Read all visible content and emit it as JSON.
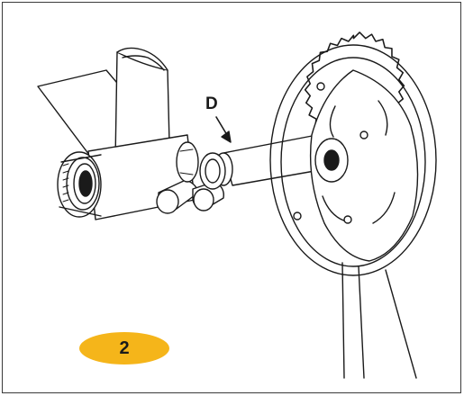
{
  "callout_label": "D",
  "step_number": "2",
  "colors": {
    "badge_fill": "#f5b51a",
    "line": "#1a1a1a",
    "background": "#ffffff"
  },
  "icons": [
    "bicycle-frame-illustration",
    "bottom-bracket-cup-icon",
    "crankset-chainring-icon",
    "arrow-down-icon"
  ]
}
